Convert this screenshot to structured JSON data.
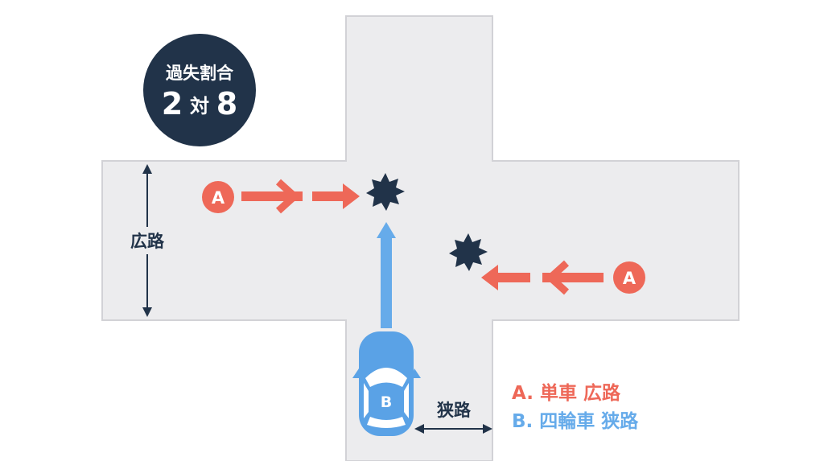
{
  "ratio_badge": {
    "line1": "過失割合",
    "ratio_left": "2",
    "ratio_word": "対",
    "ratio_right": "8"
  },
  "roads": {
    "wide_label": "広路",
    "narrow_label": "狭路"
  },
  "markers": {
    "a_left": "A",
    "a_right": "A",
    "car_b": "B"
  },
  "legend": {
    "a_line": "A. 単車 広路",
    "b_line": "B. 四輪車 狭路"
  },
  "colors": {
    "road": "#ececee",
    "road_edge": "#d2d2d6",
    "navy": "#213349",
    "red": "#ee6858",
    "blue": "#66abea",
    "car": "#5aa2e6"
  }
}
